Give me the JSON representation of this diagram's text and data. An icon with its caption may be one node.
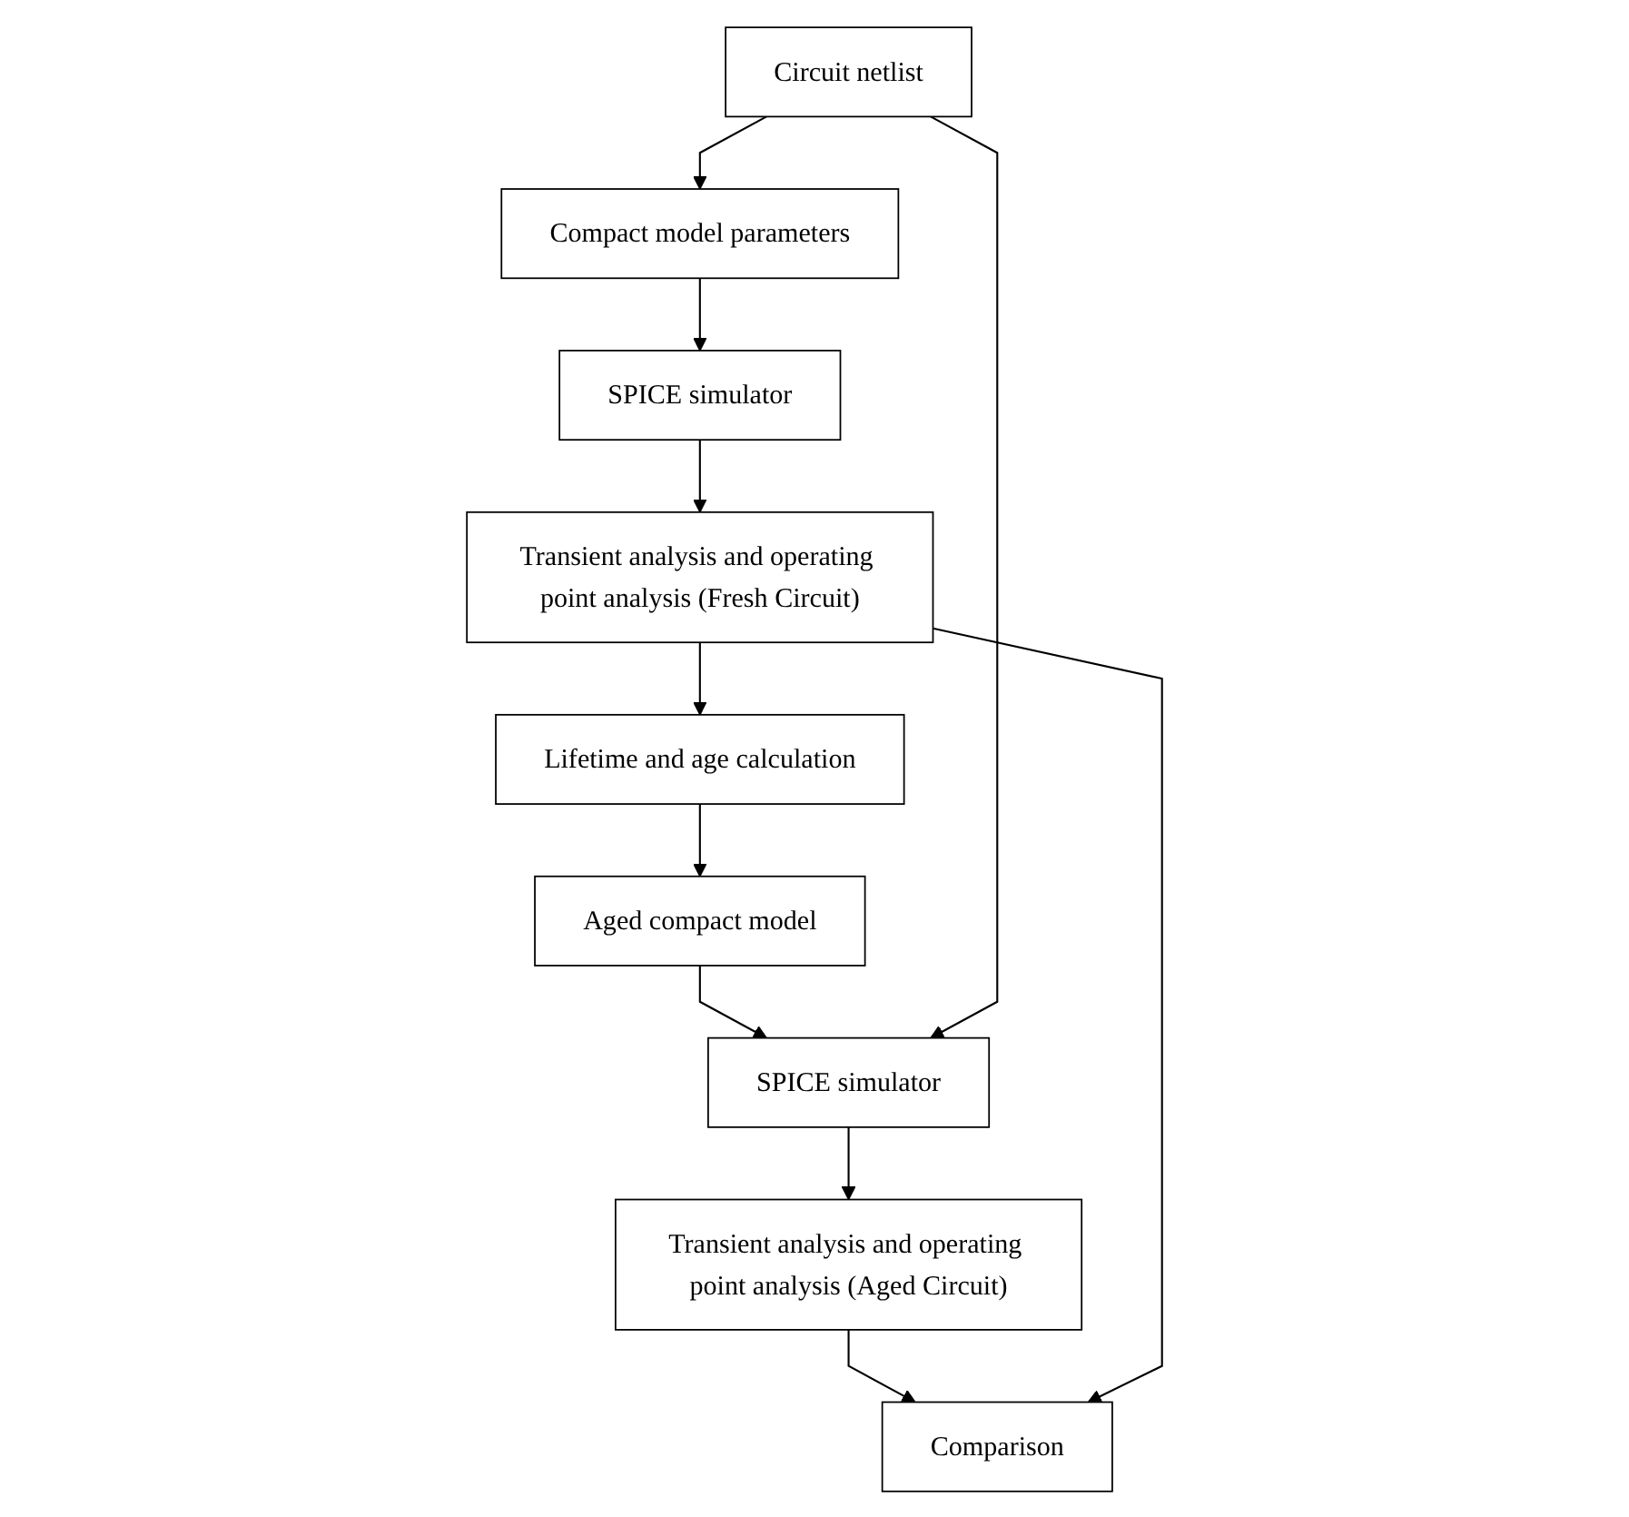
{
  "diagram": {
    "nodes": [
      {
        "text": [
          "Circuit netlist"
        ]
      },
      {
        "text": [
          "Compact model parameters"
        ]
      },
      {
        "text": [
          "SPICE simulator"
        ]
      },
      {
        "text": [
          "Transient analysis and operating point analysis (Fresh Circuit)"
        ]
      },
      {
        "text": [
          "Lifetime and age calculation"
        ]
      },
      {
        "text": [
          "Aged compact model"
        ]
      },
      {
        "text": [
          "SPICE simulator"
        ]
      },
      {
        "text": [
          "Transient analysis and operating point analysis (Aged Circuit)"
        ]
      },
      {
        "text": [
          "Comparison"
        ]
      }
    ],
    "edges": [
      {
        "from": 0,
        "to": 1,
        "arrow": "to"
      },
      {
        "from": 1,
        "to": 2,
        "arrow": "to"
      },
      {
        "from": 2,
        "to": 3,
        "arrow": "to"
      },
      {
        "from": 3,
        "to": 4,
        "arrow": "to"
      },
      {
        "from": 4,
        "to": 5,
        "arrow": "to"
      },
      {
        "from": 5,
        "to": 6,
        "arrow": "to"
      },
      {
        "from": 0,
        "to": 6,
        "arrow": "to"
      },
      {
        "from": 6,
        "to": 7,
        "arrow": "to"
      },
      {
        "from": 7,
        "to": 8,
        "arrow": "to"
      },
      {
        "from": 3,
        "to": 8,
        "arrow": "to"
      }
    ]
  }
}
